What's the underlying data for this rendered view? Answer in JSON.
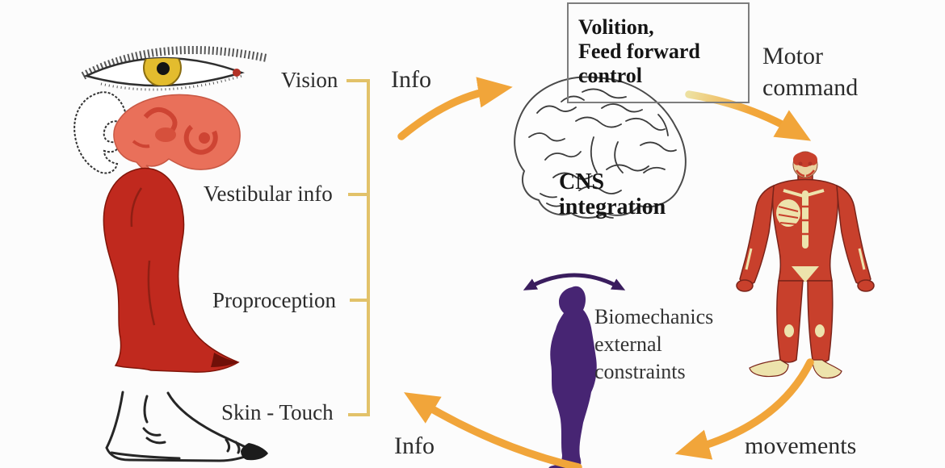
{
  "labels": {
    "vision": "Vision",
    "vestibular": "Vestibular info",
    "proprioception": "Proproception",
    "skin_touch": "Skin - Touch",
    "info_top": "Info",
    "info_bottom": "Info",
    "movements": "movements",
    "motor_command": {
      "line1": "Motor",
      "line2": "command"
    },
    "volition_box": {
      "line1": "Volition,",
      "line2": "Feed forward",
      "line3": "control"
    },
    "cns": {
      "line1": "CNS",
      "line2": "integration"
    },
    "biomechanics": {
      "line1": "Biomechanics",
      "line2": "external",
      "line3": "constraints"
    }
  },
  "icons": [
    {
      "name": "eye-illustration",
      "meaning": "vision sensory input"
    },
    {
      "name": "inner-ear-illustration",
      "meaning": "vestibular sensory input"
    },
    {
      "name": "leg-muscle-illustration",
      "meaning": "proprioception sensory input"
    },
    {
      "name": "foot-illustration",
      "meaning": "skin / touch sensory input"
    },
    {
      "name": "brain-illustration",
      "meaning": "CNS integration"
    },
    {
      "name": "muscular-body-illustration",
      "meaning": "musculoskeletal effector"
    },
    {
      "name": "human-silhouette-illustration",
      "meaning": "biomechanics / external constraints"
    },
    {
      "name": "cycle-arrows",
      "meaning": "sensorimotor loop: info -> CNS -> motor command -> movements -> info"
    },
    {
      "name": "sway-double-arrow",
      "meaning": "postural sway over silhouette"
    },
    {
      "name": "sensory-bracket",
      "meaning": "groups the four sensory channels"
    }
  ],
  "colors": {
    "arrow_orange": "#F1A53A",
    "arrow_orange_pale": "#EDE0A0",
    "bracket_gold": "#E2C269",
    "silhouette_purple": "#472573",
    "sway_arrow_purple": "#3A1D5E",
    "leg_red": "#C0291E",
    "ear_salmon": "#E9705A",
    "ear_red": "#CE4433",
    "iris_yellow": "#E3BC2E",
    "body_muscle_red": "#C8402C",
    "body_pale_yellow": "#EDE3AC",
    "box_border_gray": "#7d7d7d",
    "text_dark": "#2b2b2b"
  }
}
